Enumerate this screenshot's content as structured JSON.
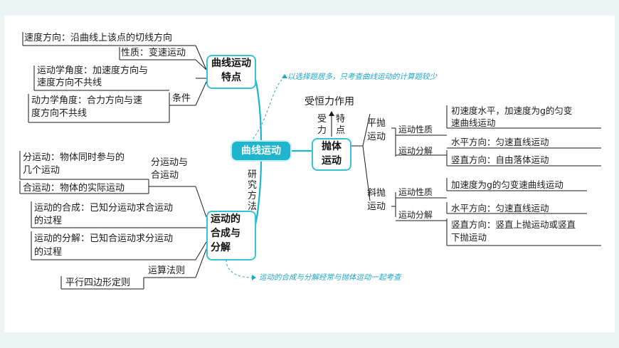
{
  "center": "曲线运动",
  "curve_motion": {
    "title_l1": "曲线运动",
    "title_l2": "特点",
    "velocity_direction": "速度方向：沿曲线上该点的切线方向",
    "nature": "性质：变速运动",
    "condition_label": "条件",
    "kinematics_l1": "运动学角度：加速度方向与",
    "kinematics_l2": "速度方向不共线",
    "dynamics_l1": "动力学角度：合力方向与速",
    "dynamics_l2": "度方向不共线"
  },
  "composition": {
    "title_l1": "运动的",
    "title_l2": "合成与",
    "title_l3": "分解",
    "research_method": "研究方法",
    "sub_and_resultant_l1": "分运动与",
    "sub_and_resultant_l2": "合运动",
    "sub_motion_l1": "分运动：物体同时参与的",
    "sub_motion_l2": "几个运动",
    "resultant_motion": "合运动：物体的实际运动",
    "synthesis_l1": "运动的合成：已知分运动求合运动",
    "synthesis_l2": "的过程",
    "decomposition_l1": "运动的分解：已知合运动求分运动",
    "decomposition_l2": "的过程",
    "rule_label": "运算法则",
    "rule": "平行四边形定则"
  },
  "projectile": {
    "title_l1": "抛体",
    "title_l2": "运动",
    "constant_force": "受恒力作用",
    "force_label": "受力",
    "feature_label": "特点",
    "horizontal": {
      "label_l1": "平抛",
      "label_l2": "运动",
      "nature_label": "运动性质",
      "nature_l1": "初速度水平，加速度为g的匀变",
      "nature_l2": "速曲线运动",
      "decomp_label": "运动分解",
      "horizontal_dir": "水平方向：匀速直线运动",
      "vertical_dir": "竖直方向：自由落体运动"
    },
    "oblique": {
      "label_l1": "斜抛",
      "label_l2": "运动",
      "nature_label": "运动性质",
      "nature": "加速度为g的匀变速曲线运动",
      "decomp_label": "运动分解",
      "horizontal_dir": "水平方向：匀速直线运动",
      "vertical_l1": "竖直方向：竖直上抛运动或竖直",
      "vertical_l2": "下抛运动"
    }
  },
  "notes": {
    "top": "以选择题居多，只考查曲线运动的计算题较少",
    "bottom": "运动的合成与分解经常与抛体运动一起考查"
  },
  "colors": {
    "accent": "#1fb5cf",
    "node_border": "#37c2d8",
    "note": "#1fa6c7"
  }
}
